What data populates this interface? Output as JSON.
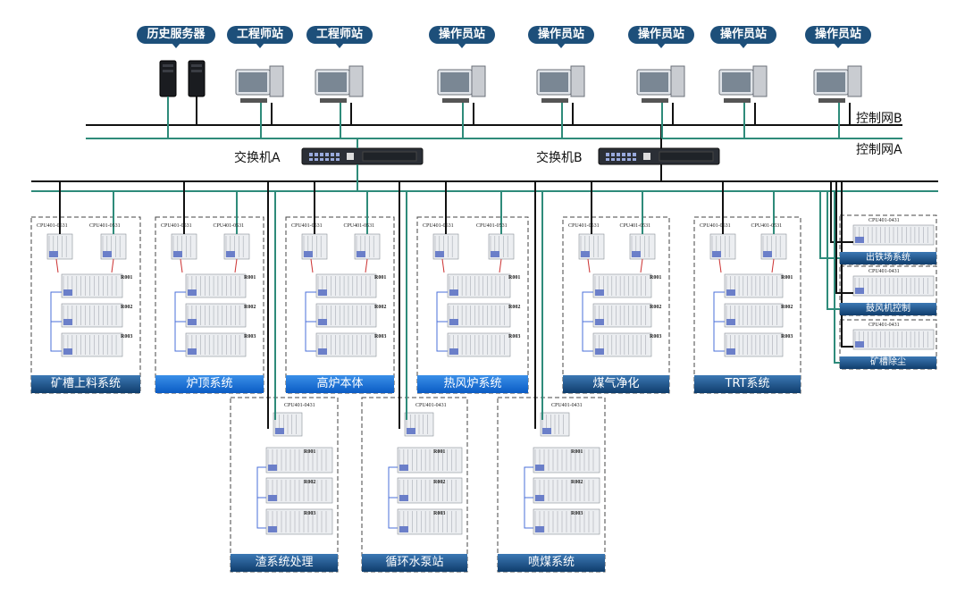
{
  "stations": [
    {
      "label": "历史服务器",
      "type": "server"
    },
    {
      "label": "工程师站",
      "type": "workstation"
    },
    {
      "label": "工程师站",
      "type": "workstation"
    },
    {
      "label": "操作员站",
      "type": "workstation"
    },
    {
      "label": "操作员站",
      "type": "workstation"
    },
    {
      "label": "操作员站",
      "type": "workstation"
    },
    {
      "label": "操作员站",
      "type": "workstation"
    },
    {
      "label": "操作员站",
      "type": "workstation"
    }
  ],
  "networks": {
    "control_net_b": "控制网B",
    "control_net_a": "控制网A",
    "switch_a": "交换机A",
    "switch_b": "交换机B"
  },
  "subsystems": {
    "top_row": [
      {
        "label": "矿槽上料系统",
        "cpu_left": "CPU401-0531",
        "cpu_right": "CPU401-0531",
        "racks": [
          "R001",
          "R002",
          "R003"
        ]
      },
      {
        "label": "炉顶系统",
        "cpu_left": "CPU401-0531",
        "cpu_right": "CPU401-0531",
        "racks": [
          "R001",
          "R002",
          "R003"
        ]
      },
      {
        "label": "高炉本体",
        "cpu_left": "CPU401-0531",
        "cpu_right": "CPU401-0531",
        "racks": [
          "R001",
          "R002",
          "R003"
        ]
      },
      {
        "label": "热风炉系统",
        "cpu_left": "CPU401-0531",
        "cpu_right": "CPU401-0531",
        "racks": [
          "R001",
          "R002",
          "R003"
        ]
      },
      {
        "label": "煤气净化",
        "cpu_left": "CPU401-0531",
        "cpu_right": "CPU401-0531",
        "racks": [
          "R001",
          "R002",
          "R003"
        ]
      },
      {
        "label": "TRT系统",
        "cpu_left": "CPU401-0531",
        "cpu_right": "CPU401-0531",
        "racks": [
          "R001",
          "R002",
          "R003"
        ]
      }
    ],
    "bottom_row": [
      {
        "label": "渣系统处理",
        "cpu": "CPU401-0431",
        "racks": [
          "R001",
          "R002",
          "R003"
        ]
      },
      {
        "label": "循环水泵站",
        "cpu": "CPU401-0431",
        "racks": [
          "R001",
          "R002",
          "R003"
        ]
      },
      {
        "label": "喷煤系统",
        "cpu": "CPU401-0431",
        "racks": [
          "R001",
          "R002",
          "R003"
        ]
      }
    ],
    "right_side": [
      {
        "label": "出铁场系统",
        "cpu": "CPU401-0431"
      },
      {
        "label": "鼓风机控制",
        "cpu": "CPU401-0431"
      },
      {
        "label": "矿槽除尘",
        "cpu": "CPU401-0431"
      }
    ]
  },
  "colors": {
    "label_dark": "#1d4f7a",
    "label_highlight": "#0a5bc4",
    "net_b": "#111111",
    "net_a": "#2e8b7a",
    "fiber": "#4a6fd8"
  }
}
